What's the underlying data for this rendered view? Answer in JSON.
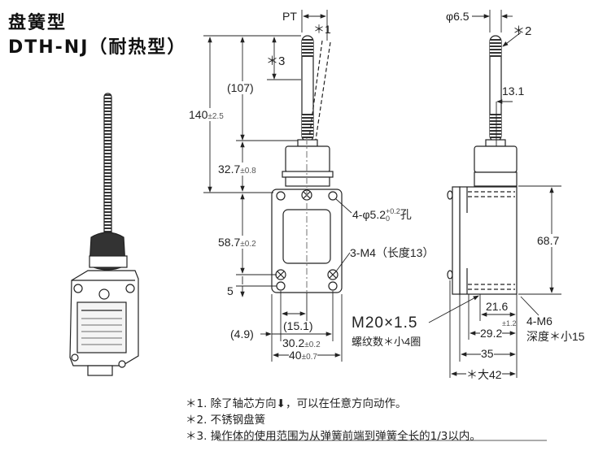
{
  "title": {
    "line1": "盘簧型",
    "line2": "DTH-NJ（耐热型）"
  },
  "front_view": {
    "pt_label": "PT",
    "note1_marker": "＊1",
    "note3_marker": "＊3",
    "dim_107": "(107)",
    "dim_140": "140",
    "dim_140_tol": "±2.5",
    "dim_32_7": "32.7",
    "dim_32_7_tol": "±0.8",
    "dim_58_7": "58.7",
    "dim_58_7_tol": "±0.2",
    "dim_5": "5",
    "dim_4_9": "(4.9)",
    "dim_15_1": "(15.1)",
    "dim_30_2": "30.2",
    "dim_30_2_tol": "±0.2",
    "dim_40": "40",
    "dim_40_tol": "±0.7",
    "hole_label": "4-φ5.2",
    "hole_tol_upper": "+0.2",
    "hole_tol_lower": "0",
    "hole_suffix": "孔",
    "screw_label": "3-M4（长度13）",
    "thread_label": "M20×1.5",
    "thread_sub": "螺纹数＊小4圈"
  },
  "side_view": {
    "dim_phi_6_5": "φ6.5",
    "note2_marker": "＊2",
    "dim_13_1": "13.1",
    "dim_68_7": "68.7",
    "dim_21_6": "21.6",
    "dim_29_2": "29.2",
    "dim_29_2_tol": "±1.2",
    "dim_35": "35",
    "dim_42": "＊大42",
    "m6_label": "4-M6",
    "m6_sub": "深度＊小15"
  },
  "notes": [
    "＊1. 除了轴芯方向⬇，可以在任意方向动作。",
    "＊2. 不锈钢盘簧",
    "＊3. 操作体的使用范围为从弹簧前端到弹簧全长的1/3以内。"
  ]
}
